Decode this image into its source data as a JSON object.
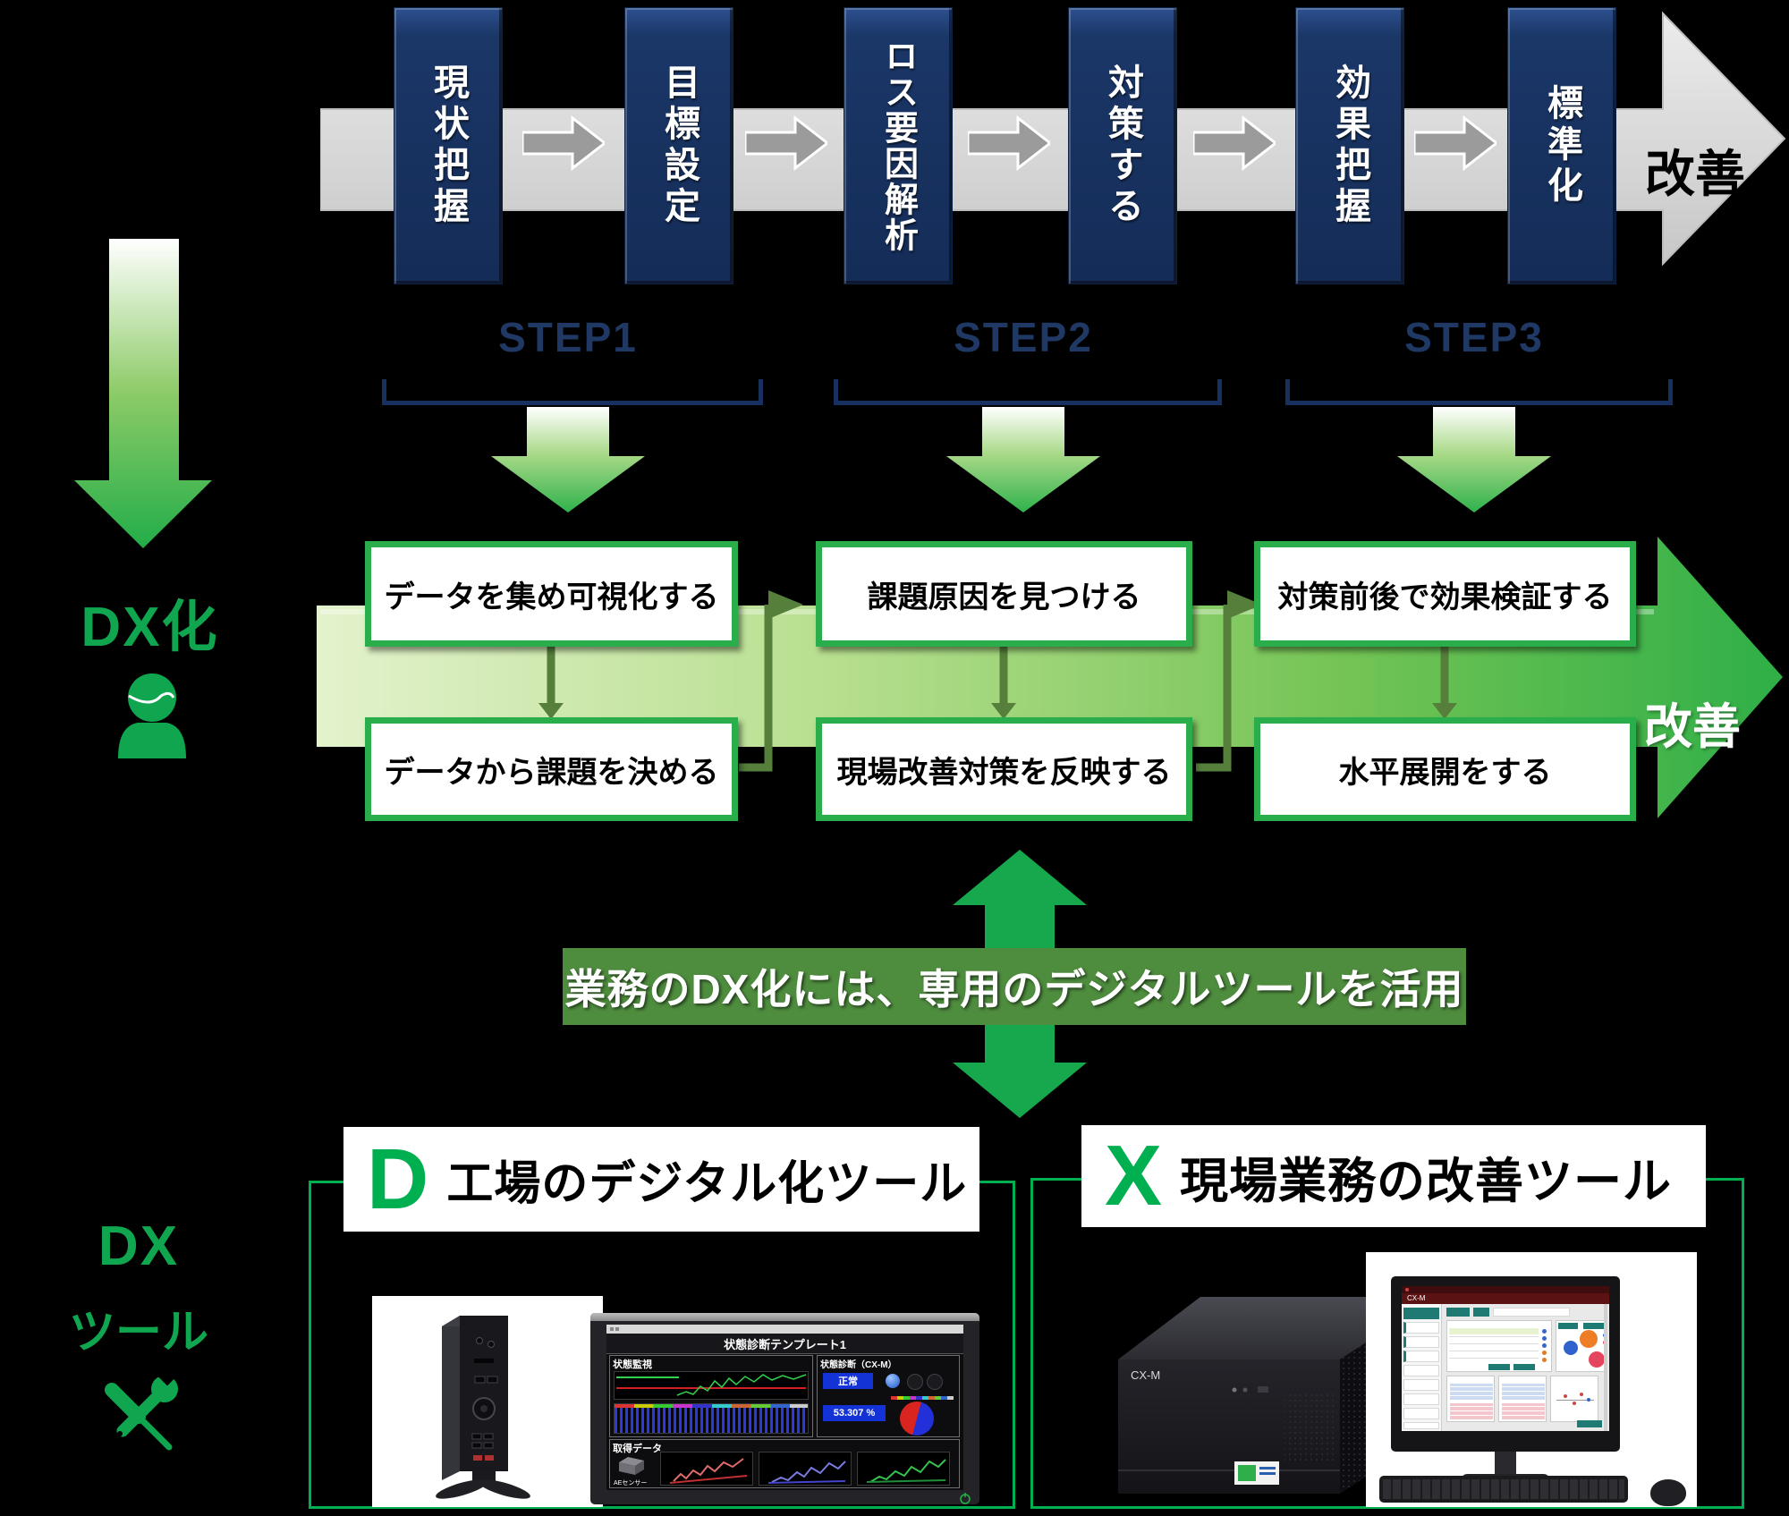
{
  "colors": {
    "accent_green": "#00A94F",
    "navy": "#17305F",
    "step_label_navy": "#1F3864",
    "gray_band": "#D6D6D6",
    "gray_arrow": "#9B9B9B",
    "green_band_light": "#E3F2CC",
    "green_band_dark": "#2FAF47",
    "white_box_border": "#2AAD4B",
    "olive_connector": "#567F3B",
    "banner_bg": "#4E8C3E",
    "panel_border": "#00B050"
  },
  "top_flow": {
    "steps": [
      "現状把握",
      "目標設定",
      "ロス要因解析",
      "対策する",
      "効果把握",
      "標準化"
    ],
    "improve_label": "改善"
  },
  "step_groups": [
    {
      "label": "STEP1"
    },
    {
      "label": "STEP2"
    },
    {
      "label": "STEP3"
    }
  ],
  "dx_process": {
    "section_label": "DX化",
    "improve_label": "改善",
    "top_boxes": [
      "データを集め可視化する",
      "課題原因を見つける",
      "対策前後で効果検証する"
    ],
    "bottom_boxes": [
      "データから課題を決める",
      "現場改善対策を反映する",
      "水平展開をする"
    ]
  },
  "banner": {
    "text": "業務のDX化には、専用のデジタルツールを活用"
  },
  "tools": {
    "section_label_line1": "DX",
    "section_label_line2": "ツール",
    "panel_d": {
      "letter": "D",
      "title": "工場のデジタル化ツール"
    },
    "panel_x": {
      "letter": "X",
      "title": "現場業務の改善ツール",
      "device_label": "CX-M",
      "app_title": "CX-M"
    }
  },
  "dashboard": {
    "title": "状態診断テンプレート1",
    "monitor_label": "状態監視",
    "diagnosis_label": "状態診断（CX-M）",
    "status_value": "正常",
    "rate_value": "53.307 %",
    "data_label": "取得データ",
    "sensor_label": "AEセンサー"
  }
}
